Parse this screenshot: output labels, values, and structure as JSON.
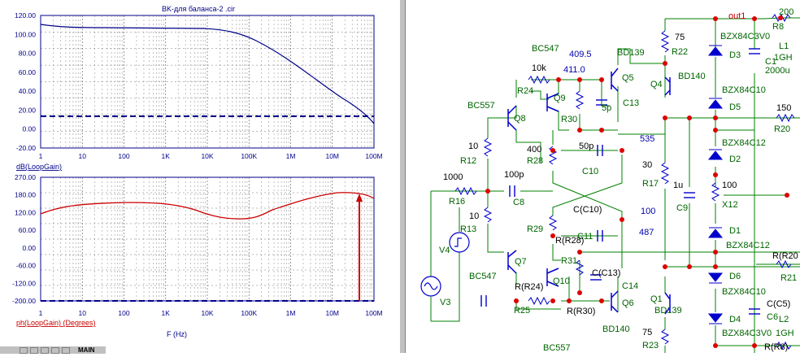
{
  "plot": {
    "title": "BK-для баланса-2 .cir",
    "x_axis_label": "F (Hz)",
    "x_ticks": [
      "1",
      "10",
      "100",
      "1K",
      "10K",
      "100K",
      "1M",
      "10M",
      "100M"
    ],
    "top": {
      "y_label": "dB(LoopGain)",
      "y_ticks": [
        "120.00",
        "100.00",
        "80.00",
        "60.00",
        "40.00",
        "20.00",
        "0.00",
        "-20.00"
      ]
    },
    "bottom": {
      "y_label": "ph(LoopGain) (Degrees)",
      "y_ticks": [
        "270.00",
        "180.00",
        "120.00",
        "60.00",
        "0.00",
        "-60.00",
        "-120.00",
        "-200.00"
      ]
    }
  },
  "status_bar": {
    "main_tab": "MAIN"
  },
  "schematic": {
    "labels": [
      {
        "text": "200",
        "color": "#006400"
      },
      {
        "text": "out1",
        "color": "#cc0000"
      },
      {
        "text": "75",
        "color": "#000000"
      },
      {
        "text": "BZX84C3V0",
        "color": "#006400"
      },
      {
        "text": "R8",
        "color": "#006400"
      },
      {
        "text": "L1",
        "color": "#006400"
      },
      {
        "text": "BC547",
        "color": "#006400"
      },
      {
        "text": "409.5",
        "color": "#0000aa"
      },
      {
        "text": "BD139",
        "color": "#006400"
      },
      {
        "text": "R22",
        "color": "#006400"
      },
      {
        "text": "D3",
        "color": "#006400"
      },
      {
        "text": "C1",
        "color": "#006400"
      },
      {
        "text": "1GH",
        "color": "#006400"
      },
      {
        "text": "10k",
        "color": "#000000"
      },
      {
        "text": "411.0",
        "color": "#0000aa"
      },
      {
        "text": "Q5",
        "color": "#006400"
      },
      {
        "text": "Q4",
        "color": "#006400"
      },
      {
        "text": "BD140",
        "color": "#006400"
      },
      {
        "text": "2000u",
        "color": "#006400"
      },
      {
        "text": "R24",
        "color": "#006400"
      },
      {
        "text": "Q9",
        "color": "#006400"
      },
      {
        "text": "BZX84C10",
        "color": "#006400"
      },
      {
        "text": "BC557",
        "color": "#006400"
      },
      {
        "text": "5p",
        "color": "#006400"
      },
      {
        "text": "C13",
        "color": "#006400"
      },
      {
        "text": "D5",
        "color": "#006400"
      },
      {
        "text": "150",
        "color": "#000000"
      },
      {
        "text": "Q8",
        "color": "#006400"
      },
      {
        "text": "R30",
        "color": "#006400"
      },
      {
        "text": "R20",
        "color": "#006400"
      },
      {
        "text": "535",
        "color": "#0000aa"
      },
      {
        "text": "BZX84C12",
        "color": "#006400"
      },
      {
        "text": "10",
        "color": "#000000"
      },
      {
        "text": "400",
        "color": "#000000"
      },
      {
        "text": "50p",
        "color": "#000000"
      },
      {
        "text": "R12",
        "color": "#006400"
      },
      {
        "text": "R28",
        "color": "#006400"
      },
      {
        "text": "D2",
        "color": "#006400"
      },
      {
        "text": "30",
        "color": "#000000"
      },
      {
        "text": "C10",
        "color": "#006400"
      },
      {
        "text": "1000",
        "color": "#000000"
      },
      {
        "text": "100p",
        "color": "#000000"
      },
      {
        "text": "R17",
        "color": "#006400"
      },
      {
        "text": "1u",
        "color": "#000000"
      },
      {
        "text": "100",
        "color": "#000000"
      },
      {
        "text": "R16",
        "color": "#006400"
      },
      {
        "text": "C8",
        "color": "#006400"
      },
      {
        "text": "X12",
        "color": "#006400"
      },
      {
        "text": "C9",
        "color": "#006400"
      },
      {
        "text": "C(C10)",
        "color": "#000000"
      },
      {
        "text": "100",
        "color": "#0000aa"
      },
      {
        "text": "10",
        "color": "#000000"
      },
      {
        "text": "R13",
        "color": "#006400"
      },
      {
        "text": "D1",
        "color": "#006400"
      },
      {
        "text": "R29",
        "color": "#006400"
      },
      {
        "text": "487",
        "color": "#0000aa"
      },
      {
        "text": "BZX84C12",
        "color": "#006400"
      },
      {
        "text": "C11",
        "color": "#006400"
      },
      {
        "text": "V4",
        "color": "#006400"
      },
      {
        "text": "R(R28)",
        "color": "#000000"
      },
      {
        "text": "R(R20",
        "color": "#000000"
      },
      {
        "text": "R31",
        "color": "#006400"
      },
      {
        "text": "C(C13)",
        "color": "#000000"
      },
      {
        "text": "D6",
        "color": "#006400"
      },
      {
        "text": "Q7",
        "color": "#006400"
      },
      {
        "text": "R21",
        "color": "#006400"
      },
      {
        "text": "BC547",
        "color": "#006400"
      },
      {
        "text": "Q10",
        "color": "#006400"
      },
      {
        "text": "C14",
        "color": "#006400"
      },
      {
        "text": "BZX84C10",
        "color": "#006400"
      },
      {
        "text": "R(R24)",
        "color": "#000000"
      },
      {
        "text": "Q1",
        "color": "#006400"
      },
      {
        "text": "C(C5)",
        "color": "#000000"
      },
      {
        "text": "V3",
        "color": "#006400"
      },
      {
        "text": "Q6",
        "color": "#006400"
      },
      {
        "text": "BD139",
        "color": "#006400"
      },
      {
        "text": "C6",
        "color": "#006400"
      },
      {
        "text": "R25",
        "color": "#006400"
      },
      {
        "text": "R(R30)",
        "color": "#000000"
      },
      {
        "text": "L2",
        "color": "#006400"
      },
      {
        "text": "D4",
        "color": "#006400"
      },
      {
        "text": "1GH",
        "color": "#006400"
      },
      {
        "text": "BD140",
        "color": "#006400"
      },
      {
        "text": "75",
        "color": "#000000"
      },
      {
        "text": "BZX84C3V0",
        "color": "#006400"
      },
      {
        "text": "R23",
        "color": "#006400"
      },
      {
        "text": "BC557",
        "color": "#006400"
      },
      {
        "text": "R(R8)",
        "color": "#000000"
      }
    ]
  },
  "colors": {
    "axis_blue": "#00008b",
    "trace_red": "#cc0000",
    "schematic_wire": "#008000",
    "component_blue": "#0000cc",
    "node_red": "#dd0000"
  }
}
